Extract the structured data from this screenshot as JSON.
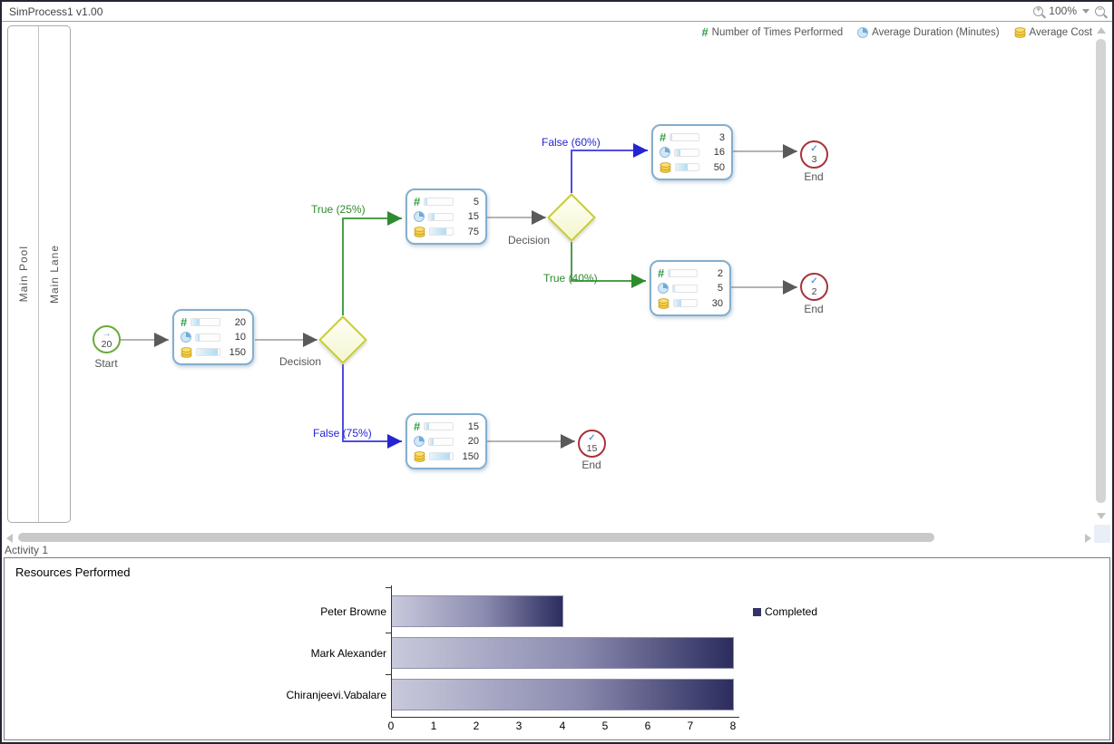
{
  "titlebar": {
    "title": "SimProcess1 v1.00",
    "zoom_level": "100%"
  },
  "metric_legend": {
    "times_label": "Number of Times Performed",
    "duration_label": "Average Duration (Minutes)",
    "cost_label": "Average Cost"
  },
  "pool": {
    "pool_label": "Main Pool",
    "lane_label": "Main Lane"
  },
  "process": {
    "start": {
      "count": "20",
      "label": "Start"
    },
    "decision1": {
      "label": "Decision"
    },
    "decision2": {
      "label": "Decision"
    },
    "edges": {
      "true25": "True (25%)",
      "false75": "False (75%)",
      "false60": "False (60%)",
      "true40": "True (40%)"
    },
    "activity1": {
      "times": "20",
      "duration": "10",
      "cost": "150",
      "fills": {
        "times": 30,
        "duration": 14,
        "cost": 90
      }
    },
    "activity2": {
      "times": "5",
      "duration": "15",
      "cost": "75",
      "fills": {
        "times": 8,
        "duration": 22,
        "cost": 70
      }
    },
    "activity3": {
      "times": "3",
      "duration": "16",
      "cost": "50",
      "fills": {
        "times": 6,
        "duration": 24,
        "cost": 50
      }
    },
    "activity4": {
      "times": "2",
      "duration": "5",
      "cost": "30",
      "fills": {
        "times": 5,
        "duration": 8,
        "cost": 30
      }
    },
    "activity5": {
      "times": "15",
      "duration": "20",
      "cost": "150",
      "fills": {
        "times": 16,
        "duration": 20,
        "cost": 86
      }
    },
    "end1": {
      "count": "3",
      "label": "End"
    },
    "end2": {
      "count": "2",
      "label": "End"
    },
    "end3": {
      "count": "15",
      "label": "End"
    }
  },
  "bottom": {
    "activity_label": "Activity 1"
  },
  "chart_data": {
    "type": "bar",
    "orientation": "horizontal",
    "title": "Resources Performed",
    "categories": [
      "Peter Browne",
      "Mark Alexander",
      "Chiranjeevi.Vabalare"
    ],
    "series": [
      {
        "name": "Completed",
        "values": [
          4,
          8,
          8
        ]
      }
    ],
    "xlim": [
      0,
      8
    ],
    "xticks": [
      "0",
      "1",
      "2",
      "3",
      "4",
      "5",
      "6",
      "7",
      "8"
    ],
    "legend_position": "right",
    "grid": false,
    "bar_gradient": [
      "#c9c9dc",
      "#2c2c5e"
    ],
    "legend_color": "#333365"
  }
}
